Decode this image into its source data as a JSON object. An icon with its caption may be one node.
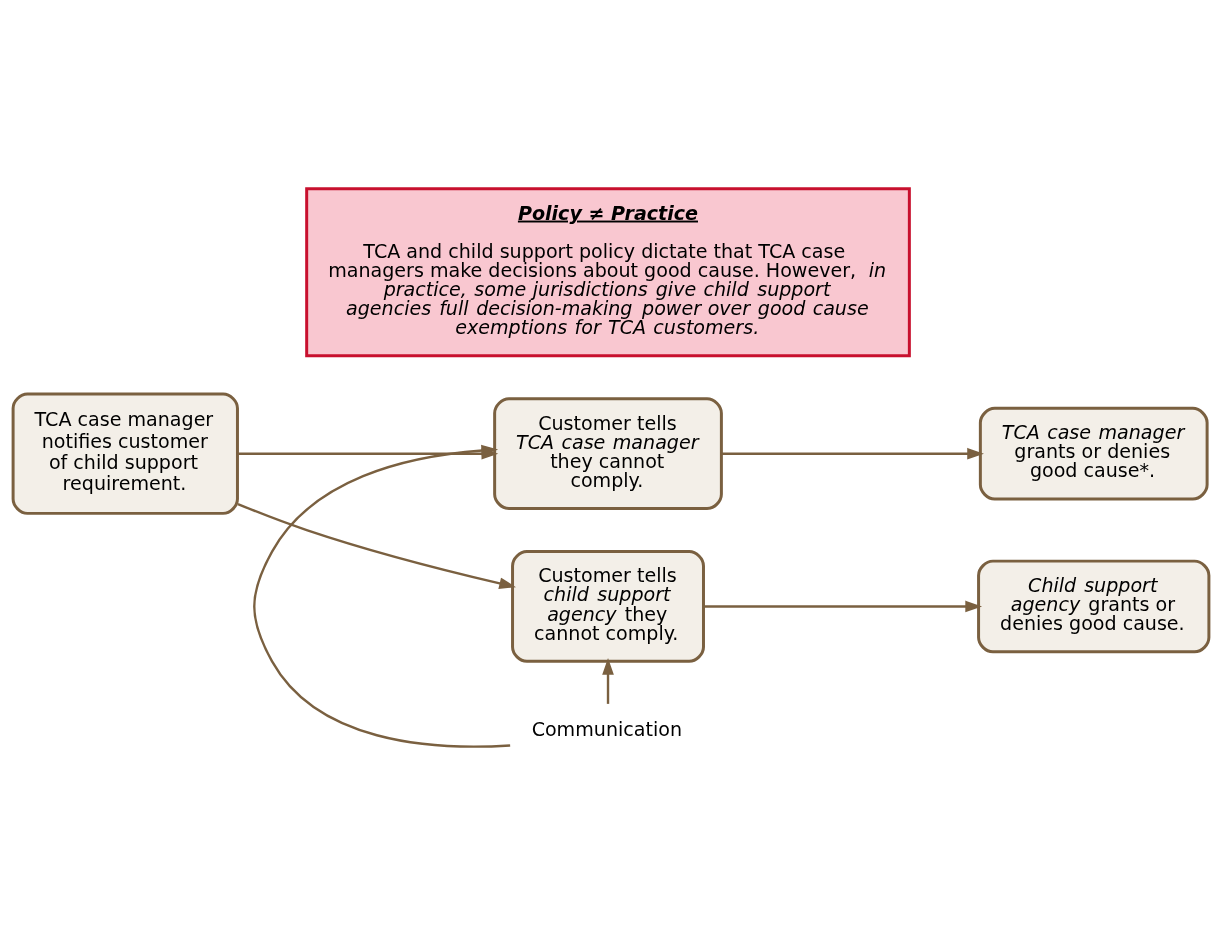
{
  "diagram": {
    "nodes": [
      {
        "text": [
          "Policy ≠ Practice",
          "TCA and child support policy dictate that TCA case managers make decisions about good cause. However, *in practice, some jurisdictions give child support agencies full decision-making power over good cause exemptions for TCA customers.*"
        ]
      },
      {
        "text": [
          "TCA case manager notifies customer of child support requirement."
        ]
      },
      {
        "text": [
          "Customer tells *TCA case manager* they cannot comply."
        ]
      },
      {
        "text": [
          "*TCA case manager* grants or denies good cause*."
        ]
      },
      {
        "text": [
          "Customer tells *child support agency* they cannot comply."
        ]
      },
      {
        "text": [
          "*Child support agency* grants or denies good cause."
        ]
      },
      {
        "text": [
          "Communication"
        ]
      }
    ],
    "edges": [
      {
        "from": 1,
        "to": 2,
        "arrow": "to"
      },
      {
        "from": 1,
        "to": 4,
        "arrow": "to"
      },
      {
        "from": 2,
        "to": 3,
        "arrow": "to"
      },
      {
        "from": 4,
        "to": 5,
        "arrow": "to"
      },
      {
        "from": 6,
        "to": 2,
        "arrow": "to"
      },
      {
        "from": 6,
        "to": 4,
        "arrow": "to"
      }
    ]
  }
}
